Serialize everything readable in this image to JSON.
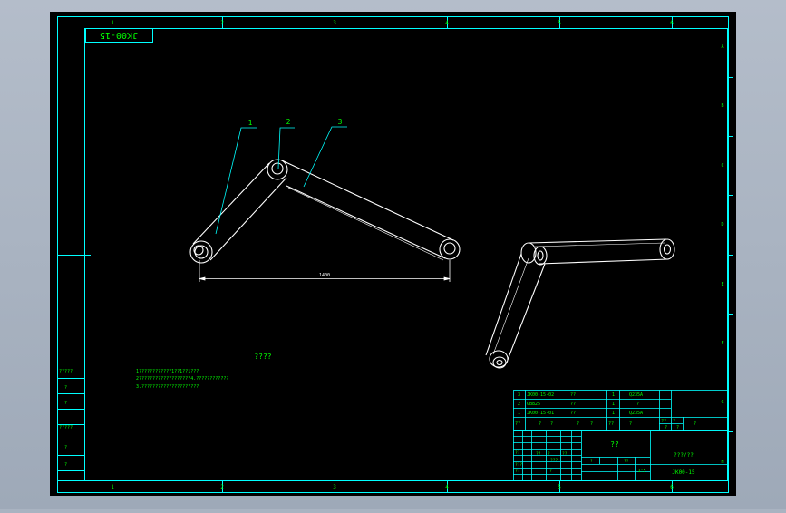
{
  "colors": {
    "background": "#000000",
    "frame": "#00ffff",
    "text": "#00ff00",
    "geometry": "#ffffff",
    "leader": "#00ffff",
    "viewport_bg": "#a9b3c1"
  },
  "drawing_number_flipped": "JK00-15",
  "zone_cols": [
    "1",
    "2",
    "3",
    "4",
    "5",
    "6"
  ],
  "zone_rows": [
    "A",
    "B",
    "C",
    "D",
    "E",
    "F",
    "G",
    "H"
  ],
  "balloons": [
    "1",
    "2",
    "3"
  ],
  "dimension": "1400",
  "notes": {
    "heading": "????",
    "lines": [
      "1????????????1??1??1???",
      "2???????????????????4.????????????",
      "3.?????????????????????"
    ]
  },
  "side_labels": [
    "?????",
    "?",
    "?",
    "?????",
    "?",
    "?"
  ],
  "bom": [
    {
      "no": "3",
      "code": "JK00-15-02",
      "name": "??",
      "qty": "1",
      "material": "Q235A"
    },
    {
      "no": "2",
      "code": "GB825",
      "name": "??",
      "qty": "1",
      "material": "?"
    },
    {
      "no": "1",
      "code": "JK00-15-01",
      "name": "??",
      "qty": "1",
      "material": "Q235A"
    }
  ],
  "bom_header": [
    "??",
    "?",
    "?",
    "?",
    "?",
    "??",
    "?",
    "??",
    "?",
    "?",
    "?",
    "?"
  ],
  "title_block": {
    "name": "??",
    "company": "???/??",
    "code": "JK00-15",
    "scale": "1:5",
    "small": [
      "??",
      "??",
      "?",
      "??",
      "???",
      "???",
      "??",
      "?",
      "?",
      "??"
    ]
  }
}
